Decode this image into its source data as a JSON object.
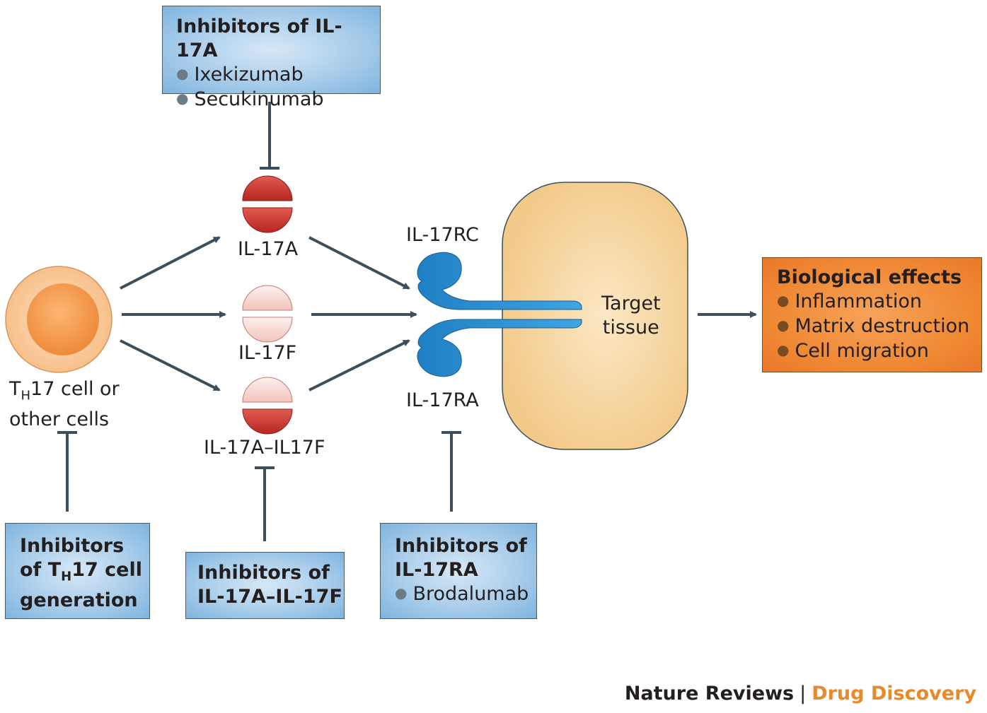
{
  "inhibitors_il17a": {
    "title": "Inhibitors of IL-17A",
    "items": [
      "Ixekizumab",
      "Secukinumab"
    ]
  },
  "cytokines": {
    "il17a": "IL-17A",
    "il17f": "IL-17F",
    "il17a_il17f": "IL-17A–IL17F"
  },
  "cell": {
    "line1_t": "T",
    "line1_sub": "H",
    "line1_rest": "17 cell or",
    "line2": "other cells"
  },
  "receptor": {
    "rc": "IL-17RC",
    "ra": "IL-17RA"
  },
  "target": {
    "line1": "Target",
    "line2": "tissue"
  },
  "effects": {
    "title": "Biological effects",
    "items": [
      "Inflammation",
      "Matrix destruction",
      "Cell migration"
    ]
  },
  "inhibitors_th17": {
    "line1": "Inhibitors",
    "line2_pre": "of T",
    "line2_sub": "H",
    "line2_post": "17 cell",
    "line3": "generation"
  },
  "inhibitors_il17a_il17f": {
    "line1": "Inhibitors of",
    "line2": "IL-17A–IL-17F"
  },
  "inhibitors_il17ra": {
    "line1": "Inhibitors of",
    "line2": "IL-17RA",
    "items": [
      "Brodalumab"
    ]
  },
  "credit": {
    "journal": "Nature Reviews",
    "separator": "|",
    "section": "Drug Discovery"
  },
  "colors": {
    "arrow": "#3d4f5c",
    "cytokine_red": "#c8302c",
    "cytokine_pink": "#f4c9c2",
    "receptor_blue": "#2f8fcf",
    "tissue": "#f4cf8e",
    "cell_orange": "#f49a4a",
    "effects_orange": "#f08a35",
    "credit_orange": "#e8892b"
  }
}
